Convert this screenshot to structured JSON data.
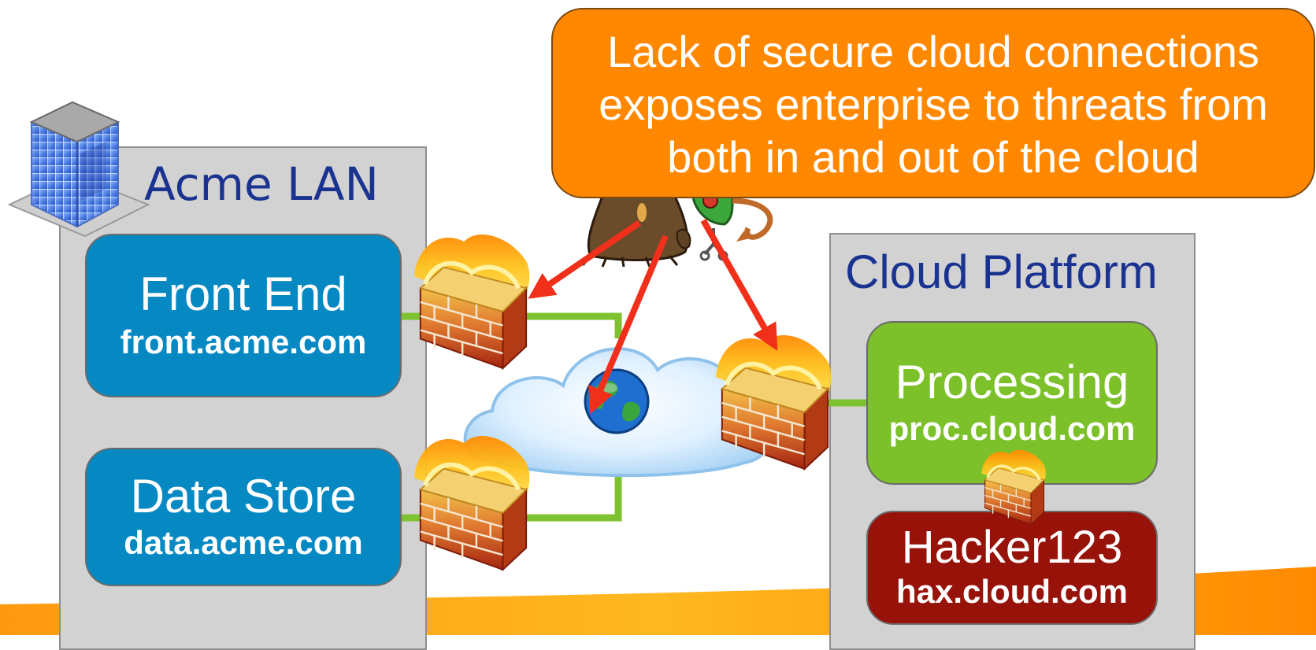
{
  "callout": {
    "lines": [
      "Lack of secure cloud connections",
      "exposes enterprise to threats from",
      "both in and out of the cloud"
    ]
  },
  "lan": {
    "title": "Acme LAN",
    "front_end": {
      "title": "Front End",
      "host": "front.acme.com"
    },
    "data_store": {
      "title": "Data Store",
      "host": "data.acme.com"
    }
  },
  "cloud": {
    "title": "Cloud Platform",
    "processing": {
      "title": "Processing",
      "host": "proc.cloud.com"
    },
    "hacker": {
      "title": "Hacker123",
      "host": "hax.cloud.com"
    }
  },
  "colors": {
    "callout": "#ff8800",
    "lan_node": "#0689c2",
    "processing_node": "#7cc02a",
    "hacker_node": "#971208",
    "connector": "#7fc231",
    "threat_arrow": "#f0301a",
    "panel_title": "#1a3390"
  },
  "icons": [
    "building-icon",
    "firewall-icon",
    "cloud-icon",
    "globe-icon",
    "devil-attacker-icon"
  ]
}
